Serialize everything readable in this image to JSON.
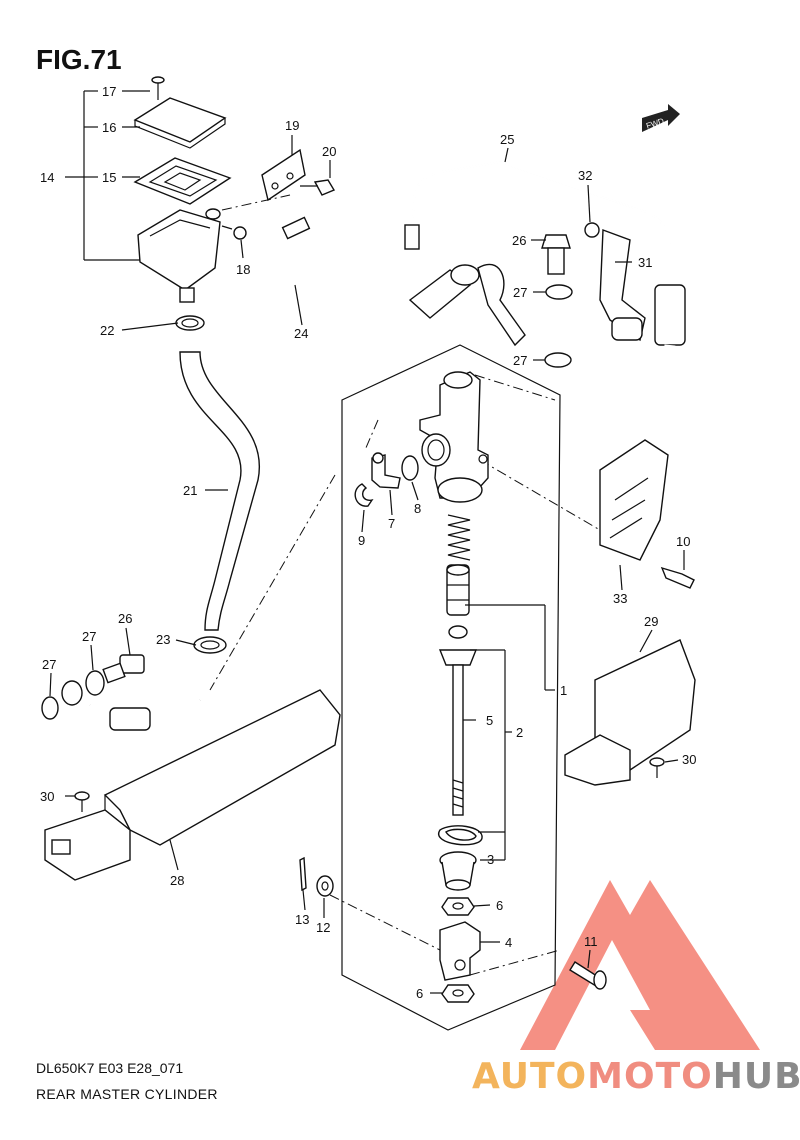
{
  "figure": {
    "title": "FIG.71",
    "code": "DL650K7 E03 E28_071",
    "caption": "REAR MASTER CYLINDER",
    "fwd_label": "FWD"
  },
  "watermark": {
    "part1": "AUTO",
    "part2": "MOTO",
    "part3": "HUB",
    "colors": {
      "part1": "#f3b45c",
      "part2": "#f08d80",
      "part3": "#8a8a8a",
      "triangle": "#f26b5b"
    }
  },
  "callouts": [
    {
      "id": "c17",
      "text": "17"
    },
    {
      "id": "c16",
      "text": "16"
    },
    {
      "id": "c14",
      "text": "14"
    },
    {
      "id": "c15",
      "text": "15"
    },
    {
      "id": "c19",
      "text": "19"
    },
    {
      "id": "c20",
      "text": "20"
    },
    {
      "id": "c18",
      "text": "18"
    },
    {
      "id": "c25",
      "text": "25"
    },
    {
      "id": "c32",
      "text": "32"
    },
    {
      "id": "c26a",
      "text": "26"
    },
    {
      "id": "c31",
      "text": "31"
    },
    {
      "id": "c27a",
      "text": "27"
    },
    {
      "id": "c27b",
      "text": "27"
    },
    {
      "id": "c24",
      "text": "24"
    },
    {
      "id": "c22",
      "text": "22"
    },
    {
      "id": "c21",
      "text": "21"
    },
    {
      "id": "c9",
      "text": "9"
    },
    {
      "id": "c7",
      "text": "7"
    },
    {
      "id": "c8",
      "text": "8"
    },
    {
      "id": "c10",
      "text": "10"
    },
    {
      "id": "c33",
      "text": "33"
    },
    {
      "id": "c29",
      "text": "29"
    },
    {
      "id": "c26b",
      "text": "26"
    },
    {
      "id": "c27c",
      "text": "27"
    },
    {
      "id": "c27d",
      "text": "27"
    },
    {
      "id": "c23",
      "text": "23"
    },
    {
      "id": "c1",
      "text": "1"
    },
    {
      "id": "c5",
      "text": "5"
    },
    {
      "id": "c2",
      "text": "2"
    },
    {
      "id": "c30a",
      "text": "30"
    },
    {
      "id": "c30b",
      "text": "30"
    },
    {
      "id": "c28",
      "text": "28"
    },
    {
      "id": "c3",
      "text": "3"
    },
    {
      "id": "c13",
      "text": "13"
    },
    {
      "id": "c12",
      "text": "12"
    },
    {
      "id": "c6a",
      "text": "6"
    },
    {
      "id": "c4",
      "text": "4"
    },
    {
      "id": "c11",
      "text": "11"
    },
    {
      "id": "c6b",
      "text": "6"
    }
  ]
}
